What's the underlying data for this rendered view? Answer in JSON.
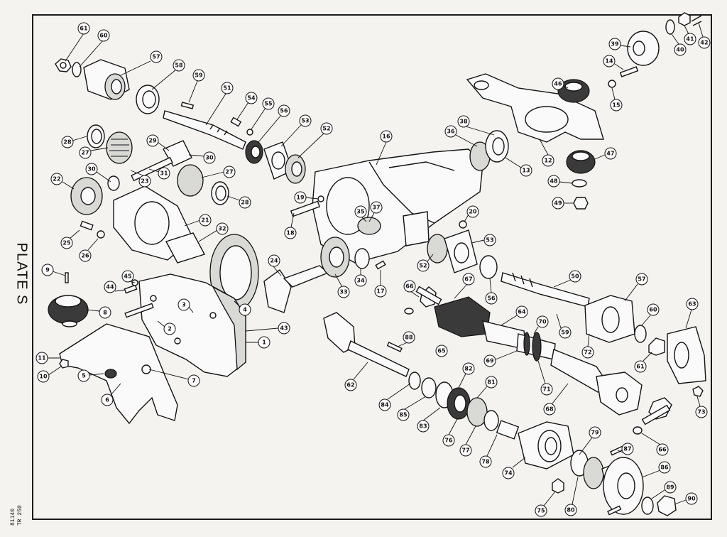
{
  "plate_title": "PLATE S",
  "figure_ref": [
    "81140",
    "TR 250"
  ],
  "callouts": [
    {
      "id": "callout-61",
      "label": "61"
    },
    {
      "id": "callout-60",
      "label": "60"
    },
    {
      "id": "callout-57a",
      "label": "57"
    },
    {
      "id": "callout-58",
      "label": "58"
    },
    {
      "id": "callout-59a",
      "label": "59"
    },
    {
      "id": "callout-51",
      "label": "51"
    },
    {
      "id": "callout-54",
      "label": "54"
    },
    {
      "id": "callout-55",
      "label": "55"
    },
    {
      "id": "callout-56a",
      "label": "56"
    },
    {
      "id": "callout-53a",
      "label": "53"
    },
    {
      "id": "callout-52a",
      "label": "52"
    },
    {
      "id": "callout-16",
      "label": "16"
    },
    {
      "id": "callout-38",
      "label": "38"
    },
    {
      "id": "callout-36",
      "label": "36"
    },
    {
      "id": "callout-13",
      "label": "13"
    },
    {
      "id": "callout-12",
      "label": "12"
    },
    {
      "id": "callout-46",
      "label": "46"
    },
    {
      "id": "callout-47",
      "label": "47"
    },
    {
      "id": "callout-48",
      "label": "48"
    },
    {
      "id": "callout-49",
      "label": "49"
    },
    {
      "id": "callout-39",
      "label": "39"
    },
    {
      "id": "callout-14",
      "label": "14"
    },
    {
      "id": "callout-15",
      "label": "15"
    },
    {
      "id": "callout-40",
      "label": "40"
    },
    {
      "id": "callout-41",
      "label": "41"
    },
    {
      "id": "callout-42",
      "label": "42"
    },
    {
      "id": "callout-28a",
      "label": "28"
    },
    {
      "id": "callout-27a",
      "label": "27"
    },
    {
      "id": "callout-29",
      "label": "29"
    },
    {
      "id": "callout-30a",
      "label": "30"
    },
    {
      "id": "callout-30b",
      "label": "30"
    },
    {
      "id": "callout-22",
      "label": "22"
    },
    {
      "id": "callout-23",
      "label": "23"
    },
    {
      "id": "callout-31",
      "label": "31"
    },
    {
      "id": "callout-27b",
      "label": "27"
    },
    {
      "id": "callout-28b",
      "label": "28"
    },
    {
      "id": "callout-19",
      "label": "19"
    },
    {
      "id": "callout-18",
      "label": "18"
    },
    {
      "id": "callout-35",
      "label": "35"
    },
    {
      "id": "callout-37",
      "label": "37"
    },
    {
      "id": "callout-21",
      "label": "21"
    },
    {
      "id": "callout-32",
      "label": "32"
    },
    {
      "id": "callout-25",
      "label": "25"
    },
    {
      "id": "callout-26",
      "label": "26"
    },
    {
      "id": "callout-20",
      "label": "20"
    },
    {
      "id": "callout-53b",
      "label": "53"
    },
    {
      "id": "callout-52b",
      "label": "52"
    },
    {
      "id": "callout-56b",
      "label": "56"
    },
    {
      "id": "callout-9",
      "label": "9"
    },
    {
      "id": "callout-45",
      "label": "45"
    },
    {
      "id": "callout-44",
      "label": "44"
    },
    {
      "id": "callout-24",
      "label": "24"
    },
    {
      "id": "callout-33",
      "label": "33"
    },
    {
      "id": "callout-34",
      "label": "34"
    },
    {
      "id": "callout-17",
      "label": "17"
    },
    {
      "id": "callout-66a",
      "label": "66"
    },
    {
      "id": "callout-67",
      "label": "67"
    },
    {
      "id": "callout-50",
      "label": "50"
    },
    {
      "id": "callout-57b",
      "label": "57"
    },
    {
      "id": "callout-8",
      "label": "8"
    },
    {
      "id": "callout-3",
      "label": "3"
    },
    {
      "id": "callout-2",
      "label": "2"
    },
    {
      "id": "callout-4",
      "label": "4"
    },
    {
      "id": "callout-43",
      "label": "43"
    },
    {
      "id": "callout-1",
      "label": "1"
    },
    {
      "id": "callout-11",
      "label": "11"
    },
    {
      "id": "callout-10",
      "label": "10"
    },
    {
      "id": "callout-5",
      "label": "5"
    },
    {
      "id": "callout-6",
      "label": "6"
    },
    {
      "id": "callout-7",
      "label": "7"
    },
    {
      "id": "callout-64",
      "label": "64"
    },
    {
      "id": "callout-70",
      "label": "70"
    },
    {
      "id": "callout-59b",
      "label": "59"
    },
    {
      "id": "callout-60b",
      "label": "60"
    },
    {
      "id": "callout-63",
      "label": "63"
    },
    {
      "id": "callout-72",
      "label": "72"
    },
    {
      "id": "callout-61b",
      "label": "61"
    },
    {
      "id": "callout-88",
      "label": "88"
    },
    {
      "id": "callout-65",
      "label": "65"
    },
    {
      "id": "callout-69",
      "label": "69"
    },
    {
      "id": "callout-71",
      "label": "71"
    },
    {
      "id": "callout-68",
      "label": "68"
    },
    {
      "id": "callout-62",
      "label": "62"
    },
    {
      "id": "callout-82",
      "label": "82"
    },
    {
      "id": "callout-81",
      "label": "81"
    },
    {
      "id": "callout-84",
      "label": "84"
    },
    {
      "id": "callout-85",
      "label": "85"
    },
    {
      "id": "callout-83",
      "label": "83"
    },
    {
      "id": "callout-76",
      "label": "76"
    },
    {
      "id": "callout-77",
      "label": "77"
    },
    {
      "id": "callout-78",
      "label": "78"
    },
    {
      "id": "callout-73",
      "label": "73"
    },
    {
      "id": "callout-66b",
      "label": "66"
    },
    {
      "id": "callout-79",
      "label": "79"
    },
    {
      "id": "callout-87",
      "label": "87"
    },
    {
      "id": "callout-74",
      "label": "74"
    },
    {
      "id": "callout-86",
      "label": "86"
    },
    {
      "id": "callout-89",
      "label": "89"
    },
    {
      "id": "callout-75",
      "label": "75"
    },
    {
      "id": "callout-80",
      "label": "80"
    },
    {
      "id": "callout-90",
      "label": "90"
    }
  ]
}
